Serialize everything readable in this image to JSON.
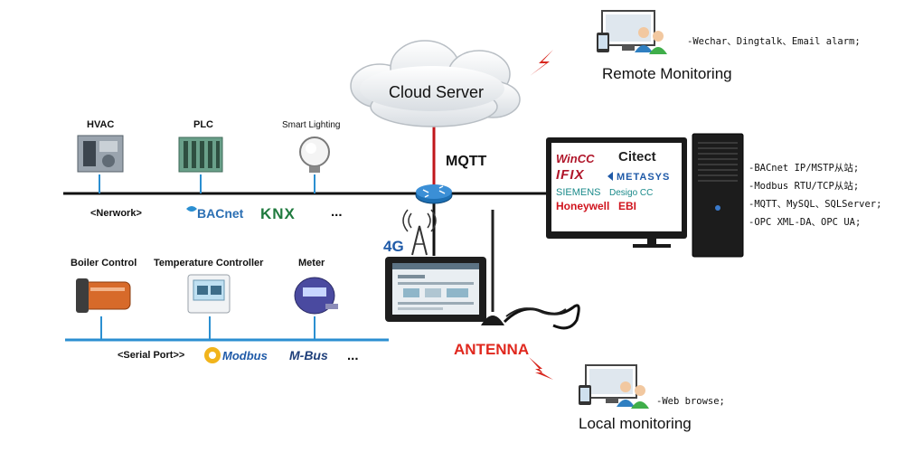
{
  "cloud": {
    "label": "Cloud Server"
  },
  "mqtt_label": "MQTT",
  "network_bus": {
    "devices": [
      {
        "name": "HVAC"
      },
      {
        "name": "PLC"
      },
      {
        "name": "Smart Lighting"
      }
    ],
    "caption": "<Nerwork>",
    "protocols": [
      "BACnet",
      "KNX"
    ],
    "more": "..."
  },
  "serial_bus": {
    "devices": [
      {
        "name": "Boiler Control"
      },
      {
        "name": "Temperature Controller"
      },
      {
        "name": "Meter"
      }
    ],
    "caption": "<Serial Port>>",
    "protocols": [
      "Modbus",
      "M-Bus"
    ],
    "more": "..."
  },
  "gateway": {
    "badge": "4G"
  },
  "antenna_label": "ANTENNA",
  "remote": {
    "title": "Remote Monitoring",
    "note": "-Wechar、Dingtalk、Email alarm;"
  },
  "local": {
    "title": "Local monitoring",
    "note": "-Web browse;"
  },
  "scada": {
    "brands": [
      "WinCC",
      "Citect",
      "IFIX",
      "METASYS",
      "SIEMENS",
      "Desigo CC",
      "Honeywell",
      "EBI"
    ],
    "features": [
      "-BACnet IP/MSTP从站;",
      "-Modbus RTU/TCP从站;",
      "-MQTT、MySQL、SQLServer;",
      "-OPC XML-DA、OPC UA;"
    ]
  },
  "colors": {
    "network_line": "#111111",
    "serial_line": "#2b8fd1",
    "mqtt_link": "#c0161b",
    "antenna_red": "#e0281e"
  }
}
